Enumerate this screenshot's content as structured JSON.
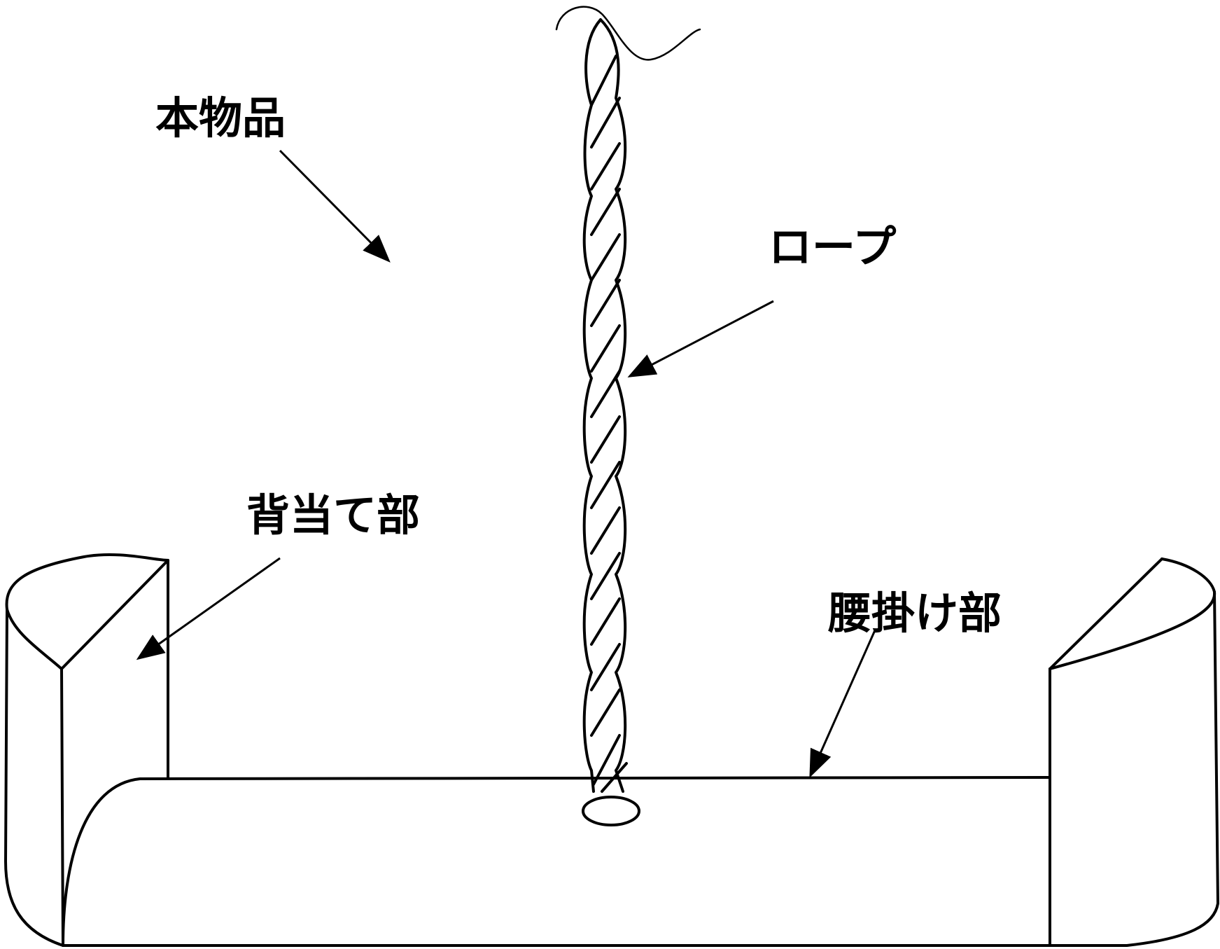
{
  "labels": {
    "main_item": "本物品",
    "rope": "ロープ",
    "back_rest": "背当て部",
    "seat": "腰掛け部"
  },
  "colors": {
    "line": "#000000",
    "background": "#ffffff"
  }
}
